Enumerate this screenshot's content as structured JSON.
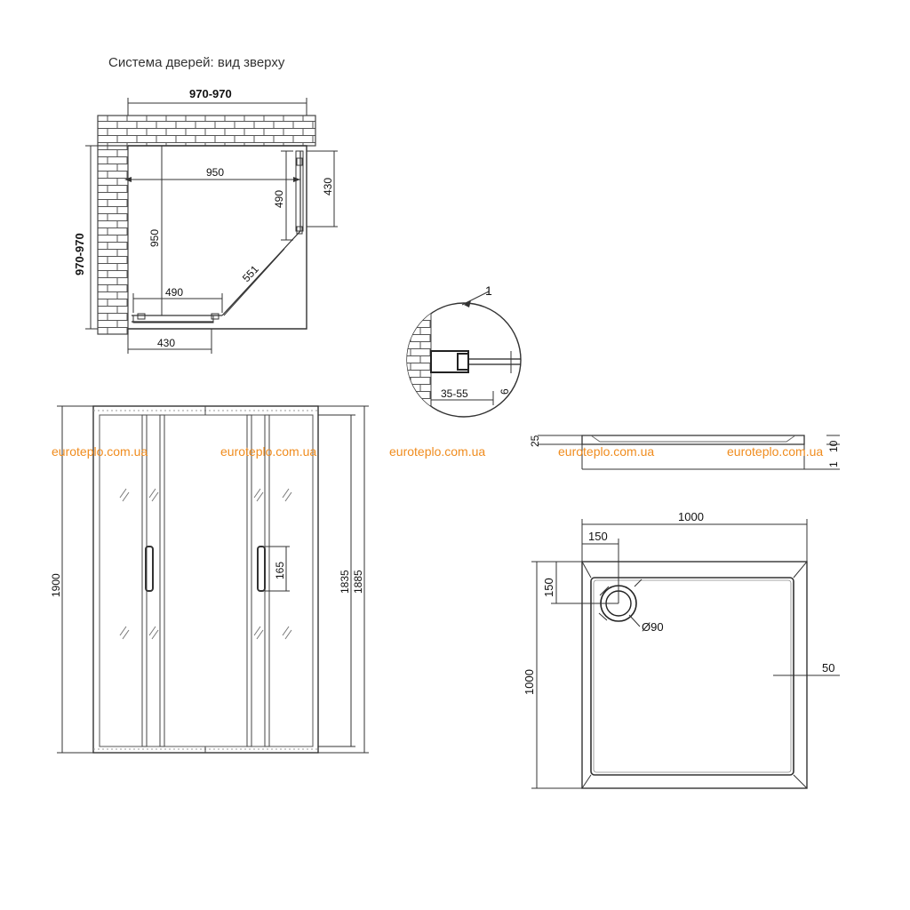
{
  "title": "Система дверей: вид зверху",
  "watermark": "euroteplo.com.ua",
  "top_view": {
    "overall_width": "970-970",
    "overall_depth": "970-970",
    "inner_width": "950",
    "inner_depth": "950",
    "door_opening_right": "490",
    "fixed_panel_right": "430",
    "diagonal": "551",
    "door_opening_bottom": "490",
    "fixed_panel_bottom": "430"
  },
  "detail": {
    "callout": "1",
    "adjust_range": "35-55",
    "glass_thickness": "6"
  },
  "front_view": {
    "total_height": "1900",
    "inner_height": "1835",
    "frame_height": "1885",
    "handle_length": "165"
  },
  "tray_side": {
    "rim_height": "25",
    "mid_height": "10",
    "base_height": "1"
  },
  "tray_top": {
    "width": "1000",
    "depth": "1000",
    "drain_offset_x": "150",
    "drain_offset_y": "150",
    "drain_diameter": "Ø90",
    "rim_width": "50"
  }
}
